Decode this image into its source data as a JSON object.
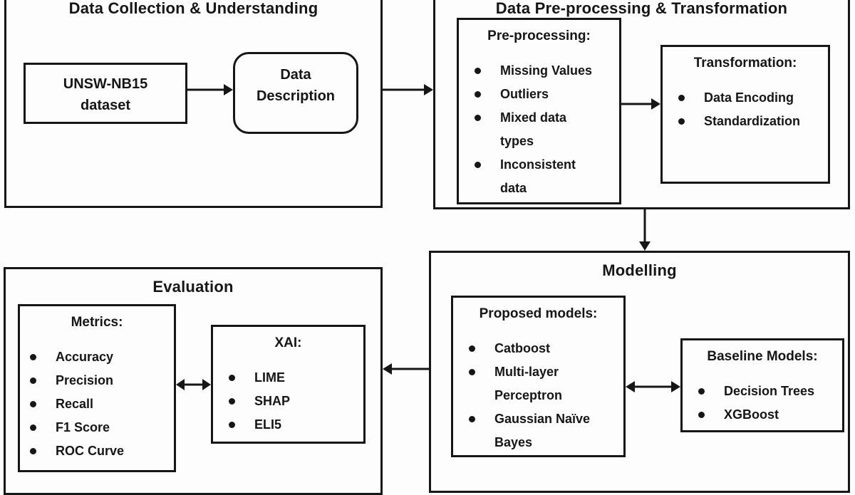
{
  "colors": {
    "line": "#161616",
    "background": "#fdfdfd",
    "text": "#161616"
  },
  "sections": {
    "data_collection": {
      "title": "Data Collection & Understanding",
      "dataset_box": [
        "UNSW-NB15",
        "dataset"
      ],
      "description_box": [
        "Data",
        "Description"
      ]
    },
    "preprocessing": {
      "title": "Data Pre-processing & Transformation",
      "preprocessing_box": {
        "title": "Pre-processing:",
        "items": [
          [
            "Missing Values"
          ],
          [
            "Outliers"
          ],
          [
            "Mixed data",
            "types"
          ],
          [
            "Inconsistent",
            "data"
          ]
        ]
      },
      "transformation_box": {
        "title": "Transformation:",
        "items": [
          [
            "Data Encoding"
          ],
          [
            "Standardization"
          ]
        ]
      }
    },
    "modelling": {
      "title": "Modelling",
      "proposed_box": {
        "title": "Proposed models:",
        "items": [
          [
            "Catboost"
          ],
          [
            "Multi-layer",
            "Perceptron"
          ],
          [
            "Gaussian Naïve",
            "Bayes"
          ]
        ]
      },
      "baseline_box": {
        "title": "Baseline Models:",
        "items": [
          [
            "Decision Trees"
          ],
          [
            "XGBoost"
          ]
        ]
      }
    },
    "evaluation": {
      "title": "Evaluation",
      "metrics_box": {
        "title": "Metrics:",
        "items": [
          [
            "Accuracy"
          ],
          [
            "Precision"
          ],
          [
            "Recall"
          ],
          [
            "F1 Score"
          ],
          [
            "ROC Curve"
          ]
        ]
      },
      "xai_box": {
        "title": "XAI:",
        "items": [
          [
            "LIME"
          ],
          [
            "SHAP"
          ],
          [
            "ELI5"
          ]
        ]
      }
    }
  }
}
